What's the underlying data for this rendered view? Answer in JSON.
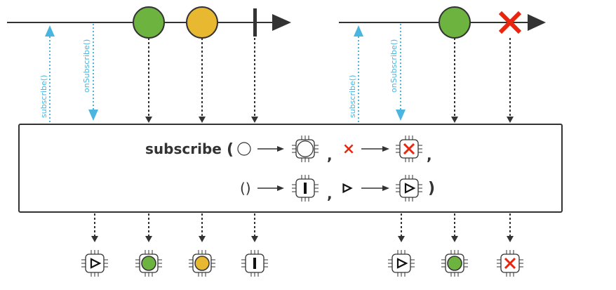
{
  "colors": {
    "green": "#6db33f",
    "yellow": "#e8b830",
    "red": "#e8250f",
    "blue": "#4ab6e0",
    "line": "#333333"
  },
  "left_stream": {
    "subscribe_label": "subscribe()",
    "on_subscribe_label": "onSubscribe()",
    "events": [
      "green-marble",
      "yellow-marble",
      "completion"
    ]
  },
  "right_stream": {
    "subscribe_label": "subscribe()",
    "on_subscribe_label": "onSubscribe()",
    "events": [
      "green-marble",
      "error"
    ]
  },
  "operator": {
    "name": "subscribe",
    "open_paren": "(",
    "close_paren": ")",
    "comma": ",",
    "empty_parens": "()"
  },
  "outputs_left": [
    "play",
    "green",
    "yellow",
    "bar"
  ],
  "outputs_right": [
    "play",
    "green",
    "x"
  ]
}
